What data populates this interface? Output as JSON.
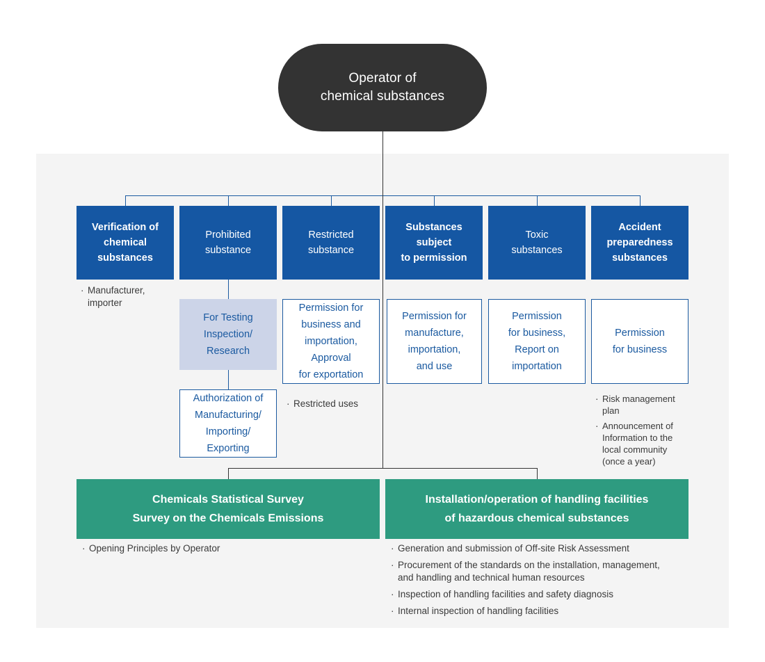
{
  "diagram": {
    "root": {
      "label": "Operator of\nchemical substances"
    },
    "categories": [
      {
        "id": "verification",
        "label": "Verification of\nchemical\nsubstances",
        "bold": true
      },
      {
        "id": "prohibited",
        "label": "Prohibited\nsubstance",
        "bold": false
      },
      {
        "id": "restricted",
        "label": "Restricted\nsubstance",
        "bold": false
      },
      {
        "id": "permission-subject",
        "label": "Substances\nsubject\nto permission",
        "bold": true
      },
      {
        "id": "toxic",
        "label": "Toxic\nsubstances",
        "bold": false
      },
      {
        "id": "accident-preparedness",
        "label": "Accident\npreparedness\nsubstances",
        "bold": true
      }
    ],
    "detail_boxes": {
      "testing": {
        "label": "For Testing\nInspection/\nResearch"
      },
      "authorization": {
        "label": "Authorization of\nManufacturing/\nImporting/\nExporting"
      },
      "restricted_permission": {
        "label": "Permission for\nbusiness and\nimportation,\nApproval\nfor exportation"
      },
      "permission_manufacture": {
        "label": "Permission for\nmanufacture,\nimportation,\nand use"
      },
      "toxic_permission": {
        "label": "Permission\nfor business,\nReport on\nimportation"
      },
      "accident_permission": {
        "label": "Permission\nfor business"
      }
    },
    "notes": {
      "verification": [
        "Manufacturer,\nimporter"
      ],
      "restricted": [
        "Restricted uses"
      ],
      "accident": [
        "Risk management\nplan",
        "Announcement of\nInformation to the\nlocal community\n(once a year)"
      ]
    },
    "footer_blocks": [
      {
        "id": "statistical-survey",
        "label": "Chemicals Statistical Survey\nSurvey on the Chemicals Emissions",
        "notes": [
          "Opening Principles by Operator"
        ]
      },
      {
        "id": "handling-facilities",
        "label": "Installation/operation of handling facilities\nof hazardous chemical substances",
        "notes": [
          "Generation and submission of Off-site Risk Assessment",
          "Procurement of the standards on the installation, management,\nand handling and technical human resources",
          "Inspection of handling facilities and safety diagnosis",
          "Internal inspection of handling facilities"
        ]
      }
    ],
    "bullet_glyph": "·",
    "colors": {
      "root_bg": "#333333",
      "panel_bg": "#f4f4f4",
      "primary_blue": "#1557a3",
      "line_blue": "#1b5aa0",
      "light_blue": "#ccd4e8",
      "green": "#2e9b80",
      "text_dark": "#3a3a3a",
      "white": "#ffffff"
    }
  }
}
